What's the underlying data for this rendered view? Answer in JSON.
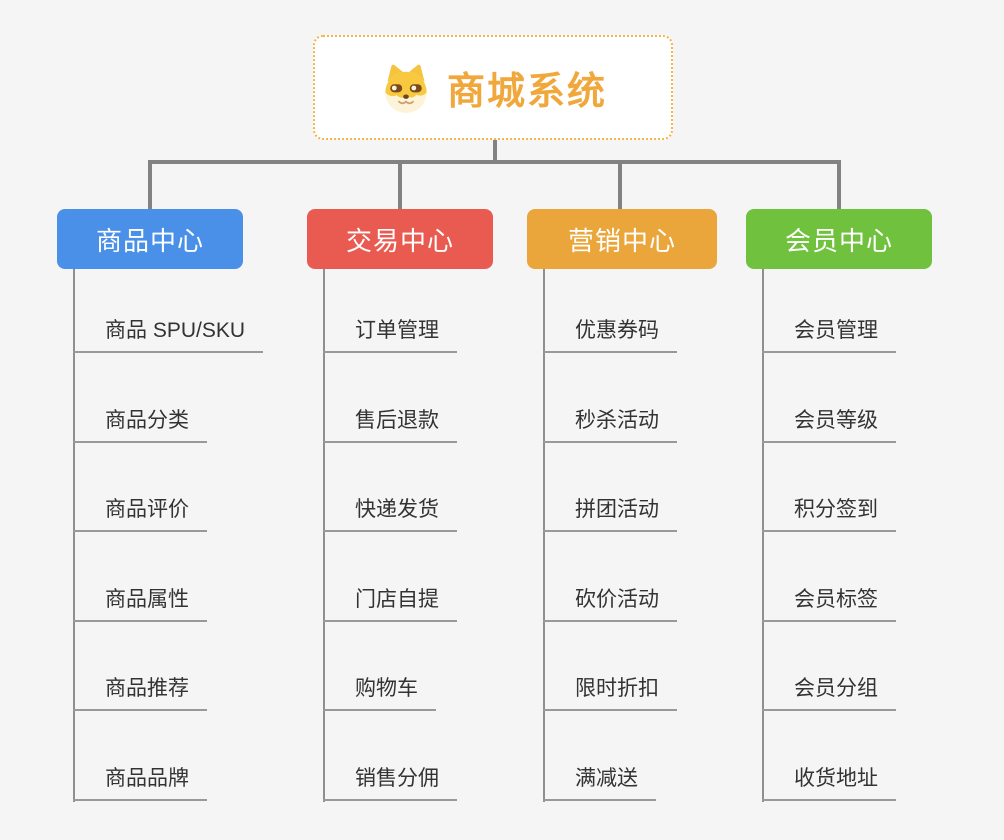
{
  "root": {
    "title": "商城系统",
    "icon": "shiba-dog-icon"
  },
  "branches": [
    {
      "label": "商品中心",
      "color": "#4a90e8",
      "items": [
        "商品 SPU/SKU",
        "商品分类",
        "商品评价",
        "商品属性",
        "商品推荐",
        "商品品牌"
      ]
    },
    {
      "label": "交易中心",
      "color": "#e95b51",
      "items": [
        "订单管理",
        "售后退款",
        "快递发货",
        "门店自提",
        "购物车",
        "销售分佣"
      ]
    },
    {
      "label": "营销中心",
      "color": "#eba63b",
      "items": [
        "优惠券码",
        "秒杀活动",
        "拼团活动",
        "砍价活动",
        "限时折扣",
        "满减送"
      ]
    },
    {
      "label": "会员中心",
      "color": "#70c13e",
      "items": [
        "会员管理",
        "会员等级",
        "积分签到",
        "会员标签",
        "会员分组",
        "收货地址"
      ]
    }
  ],
  "style": {
    "background": "#f5f5f6",
    "root_border_color": "#f2b54a",
    "root_title_color": "#f0a73c",
    "connector_color": "#828282",
    "line_color": "#999999",
    "item_text_color": "#333333"
  }
}
